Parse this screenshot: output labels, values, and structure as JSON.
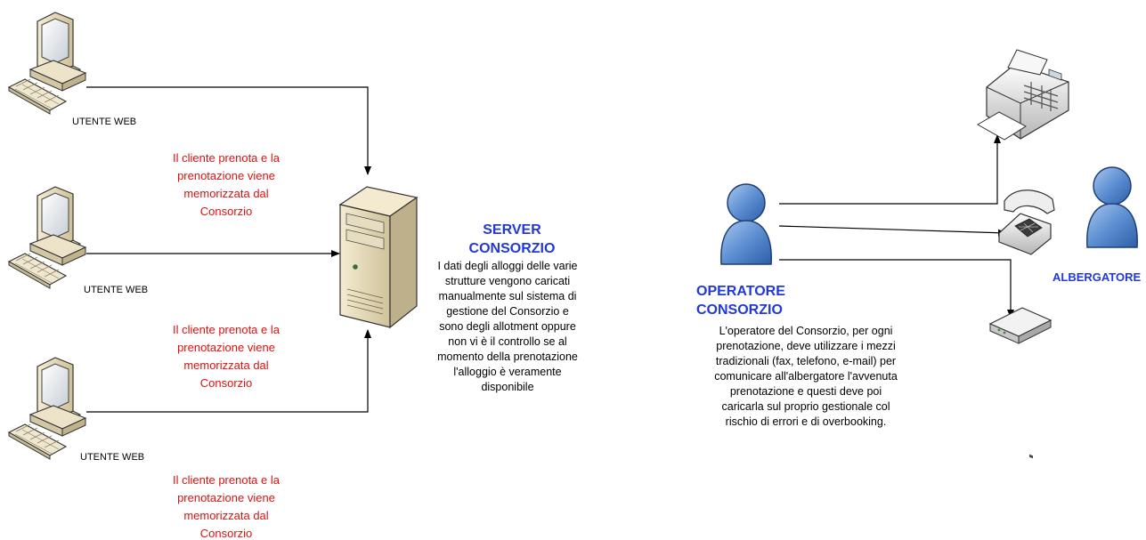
{
  "clients": [
    {
      "label": "UTENTE WEB",
      "note": [
        "Il cliente prenota e la",
        "prenotazione viene",
        "memorizzata dal",
        "Consorzio"
      ]
    },
    {
      "label": "UTENTE WEB",
      "note": [
        "Il cliente prenota e la",
        "prenotazione viene",
        "memorizzata dal",
        "Consorzio"
      ]
    },
    {
      "label": "UTENTE WEB",
      "note": [
        "Il cliente prenota e la",
        "prenotazione viene",
        "memorizzata dal",
        "Consorzio"
      ]
    }
  ],
  "server": {
    "title": [
      "SERVER",
      "CONSORZIO"
    ],
    "description": [
      "I dati degli alloggi delle varie",
      "strutture vengono caricati",
      "manualmente sul sistema di",
      "gestione del Consorzio e",
      "sono degli allotment oppure",
      "non vi è il controllo se al",
      "momento della prenotazione",
      "l'alloggio è veramente",
      "disponibile"
    ]
  },
  "operator": {
    "title": [
      "OPERATORE",
      "CONSORZIO"
    ],
    "description": [
      "L'operatore del Consorzio, per ogni",
      "prenotazione, deve utilizzare i mezzi",
      "tradizionali (fax, telefono, e-mail) per",
      "comunicare all'albergatore l'avvenuta",
      "prenotazione e questi deve poi",
      "caricarla sul proprio gestionale col",
      "rischio di errori e di overbooking."
    ]
  },
  "hotelier": {
    "label": "ALBERGATORE"
  },
  "devices": [
    "fax-icon",
    "telephone-icon",
    "email-device-icon"
  ],
  "colors": {
    "note_red": "#e01010",
    "title_blue": "#2238d8",
    "person_blue": "#4a7fc4"
  }
}
